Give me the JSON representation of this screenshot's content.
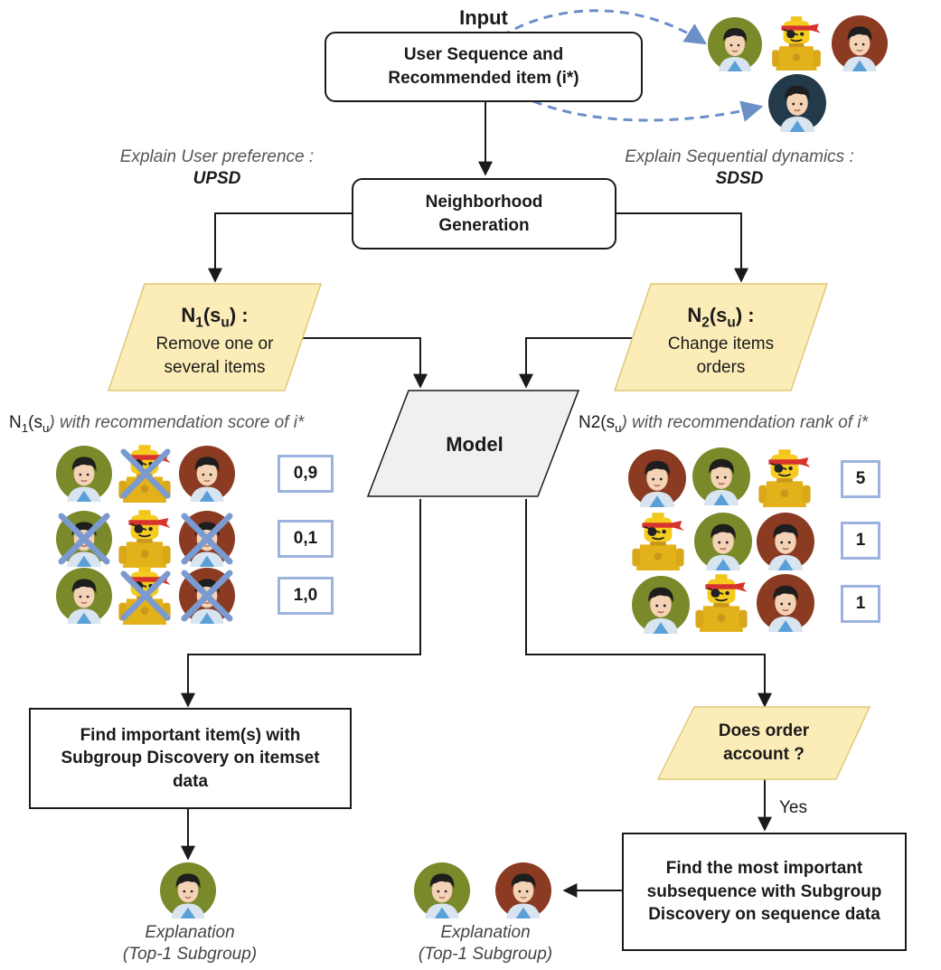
{
  "input_label": "Input",
  "input_box": "User Sequence and Recommended item (i*)",
  "left_explain": {
    "line1": "Explain User preference :",
    "line2": "UPSD"
  },
  "right_explain": {
    "line1": "Explain Sequential dynamics :",
    "line2": "SDSD"
  },
  "neighborhood_box": "Neighborhood Generation",
  "n1": {
    "title_main": "N",
    "title_sub": "1",
    "title_paren_main": "(s",
    "title_paren_sub": "u",
    "title_end": ") :",
    "desc": "Remove one or several items"
  },
  "n2": {
    "title_main": "N",
    "title_sub": "2",
    "title_paren_main": "(s",
    "title_paren_sub": "u",
    "title_end": ") :",
    "desc": "Change items orders"
  },
  "model_label": "Model",
  "left_caption": {
    "prefix": "N",
    "sub1": "1",
    "mid": "(s",
    "sub2": "u",
    "suffix": ") with recommendation score of i*"
  },
  "right_caption": {
    "prefix": "N2(s",
    "sub": "u",
    "suffix": ") with recommendation rank of i*"
  },
  "scores": [
    "0,9",
    "0,1",
    "1,0"
  ],
  "ranks": [
    "5",
    "1",
    "1"
  ],
  "left_result_box": "Find important item(s) with Subgroup Discovery on itemset data",
  "order_question": "Does order account ?",
  "yes_label": "Yes",
  "right_result_box": "Find the most important subsequence with Subgroup Discovery on sequence data",
  "explanation_left": {
    "line1": "Explanation",
    "line2": "(Top-1 Subgroup)"
  },
  "explanation_right": {
    "line1": "Explanation",
    "line2": "(Top-1 Subgroup)"
  },
  "colors": {
    "parallelogram_fill": "#fcedb8",
    "model_fill": "#f0f0f0",
    "score_border": "#9db3df",
    "cross": "#7a9ad0",
    "dashed_arrow": "#6b8fc7"
  },
  "icon_names": [
    "avatar-olive-icon",
    "lego-pirate-icon",
    "avatar-brown-icon",
    "avatar-dark-icon"
  ]
}
